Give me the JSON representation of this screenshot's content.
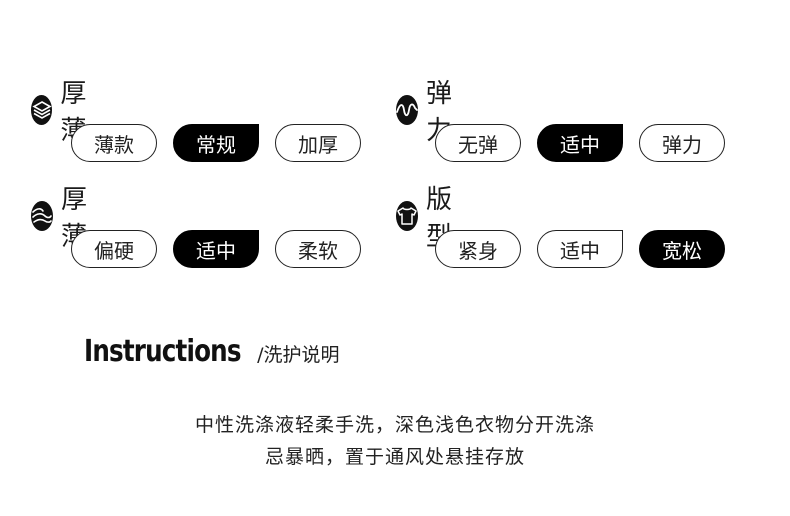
{
  "attributes": [
    {
      "title": "厚薄:",
      "icon": "layers-icon",
      "options": [
        "薄款",
        "常规",
        "加厚"
      ],
      "selected": 1
    },
    {
      "title": "弹力:",
      "icon": "elastic-wave-icon",
      "options": [
        "无弹",
        "适中",
        "弹力"
      ],
      "selected": 1
    },
    {
      "title": "厚薄:",
      "icon": "wind-wave-icon",
      "options": [
        "偏硬",
        "适中",
        "柔软"
      ],
      "selected": 1
    },
    {
      "title": "版型:",
      "icon": "tshirt-icon",
      "options": [
        "紧身",
        "适中",
        "宽松"
      ],
      "selected": 2
    }
  ],
  "instructions": {
    "title": "Instructions",
    "subtitle": "/洗护说明",
    "lines": [
      "中性洗涤液轻柔手洗，深色浅色衣物分开洗涤",
      "忌暴晒，置于通风处悬挂存放"
    ]
  },
  "colors": {
    "accent": "#000000",
    "text": "#222222",
    "background": "#ffffff"
  }
}
